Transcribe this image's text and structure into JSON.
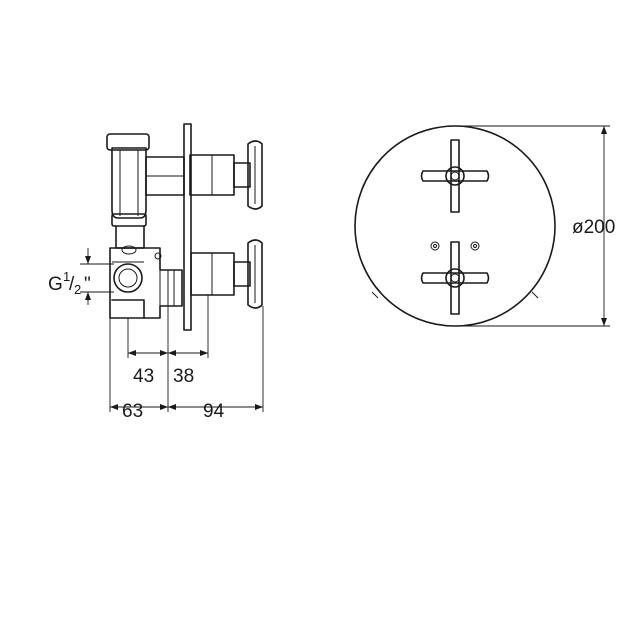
{
  "dimensions": {
    "thread": {
      "prefix": "G",
      "numerator": "1",
      "separator": "/",
      "denominator": "2",
      "suffix": "\""
    },
    "depth_43": "43",
    "depth_38": "38",
    "width_63": "63",
    "width_94": "94",
    "diameter": "ø200"
  }
}
